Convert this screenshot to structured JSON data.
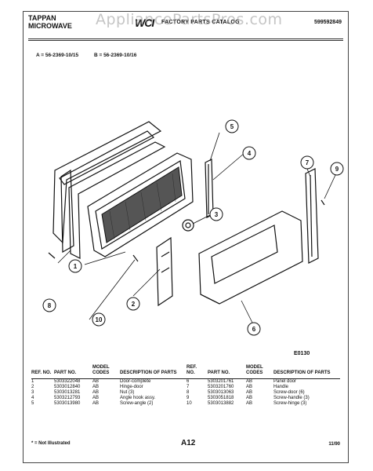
{
  "header": {
    "brand_line1": "TAPPAN",
    "brand_line2": "MICROWAVE",
    "logo": "WCI",
    "catalog_title": "FACTORY PARTS CATALOG",
    "watermark": "AppliancePartsPros.com",
    "catalog_number": "599592849",
    "model_a": "A = 56-2369-10/15",
    "model_b": "B = 56-2369-10/16"
  },
  "diagram": {
    "code": "E0130",
    "callouts": [
      "1",
      "2",
      "3",
      "4",
      "5",
      "6",
      "7",
      "8",
      "9",
      "10"
    ]
  },
  "table": {
    "headers": {
      "ref": "REF. NO.",
      "part": "PART NO.",
      "model": "MODEL CODES",
      "desc": "DESCRIPTION OF PARTS"
    },
    "left_rows": [
      {
        "ref": "1",
        "part": "5303322048",
        "model": "AB",
        "desc": "Door-complete"
      },
      {
        "ref": "2",
        "part": "5303012840",
        "model": "AB",
        "desc": "Hinge-door"
      },
      {
        "ref": "3",
        "part": "5303013281",
        "model": "AB",
        "desc": "Nut (3)"
      },
      {
        "ref": "4",
        "part": "5303212793",
        "model": "AB",
        "desc": "Angle hook assy."
      },
      {
        "ref": "5",
        "part": "5303013980",
        "model": "AB",
        "desc": "Screw-angle (2)"
      }
    ],
    "right_rows": [
      {
        "ref": "6",
        "part": "5303201761",
        "model": "AB",
        "desc": "Panel door"
      },
      {
        "ref": "7",
        "part": "5303201760",
        "model": "AB",
        "desc": "Handle"
      },
      {
        "ref": "8",
        "part": "5303013063",
        "model": "AB",
        "desc": "Screw-door (6)"
      },
      {
        "ref": "9",
        "part": "5303051818",
        "model": "AB",
        "desc": "Screw-handle (3)"
      },
      {
        "ref": "10",
        "part": "5303013882",
        "model": "AB",
        "desc": "Screw-hinge (3)"
      }
    ]
  },
  "footer": {
    "not_illustrated": "* = Not Illustrated",
    "page": "A12",
    "date": "11/90"
  }
}
